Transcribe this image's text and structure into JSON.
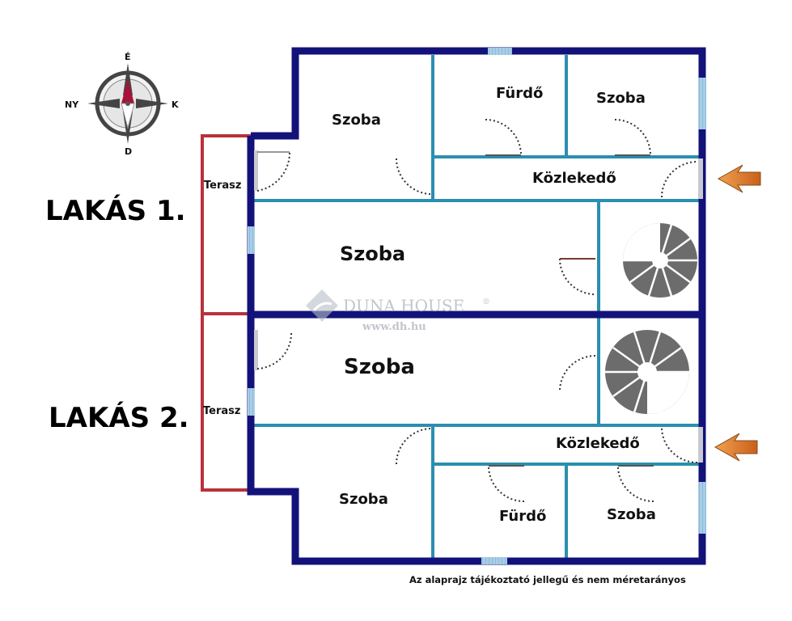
{
  "compass": {
    "north": "É",
    "south": "D",
    "east": "K",
    "west": "NY"
  },
  "apartments": {
    "first": "LAKÁS 1.",
    "second": "LAKÁS 2."
  },
  "rooms": {
    "a1_room_top_left": "Szoba",
    "a1_bathroom": "Fürdő",
    "a1_room_top_right": "Szoba",
    "a1_corridor": "Közlekedő",
    "a1_terrace": "Terasz",
    "a1_room_large": "Szoba",
    "a2_room_large": "Szoba",
    "a2_terrace": "Terasz",
    "a2_corridor": "Közlekedő",
    "a2_room_bottom_left": "Szoba",
    "a2_bathroom": "Fürdő",
    "a2_room_bottom_right": "Szoba"
  },
  "watermark": {
    "brand": "DUNA HOUSE",
    "mark": "®",
    "url": "www.dh.hu"
  },
  "disclaimer": "Az alaprajz tájékoztató jellegű és nem méretarányos",
  "colors": {
    "outer_wall": "#12127a",
    "inner_wall": "#2a8fb0",
    "terrace": "#b8323a",
    "arrow": "#d9772a",
    "window": "#a9cde6"
  }
}
